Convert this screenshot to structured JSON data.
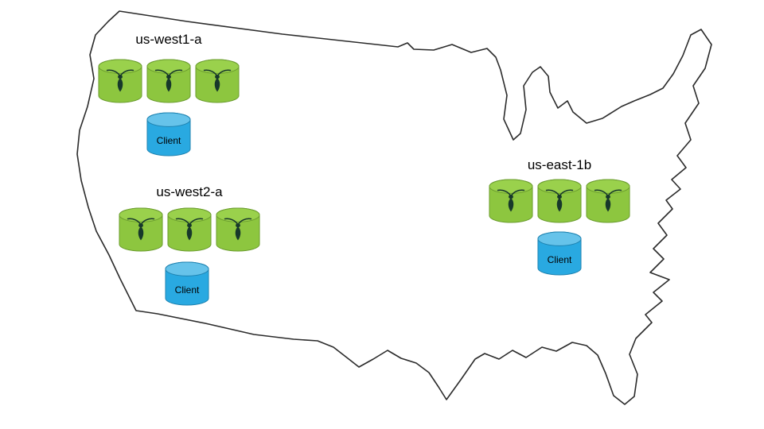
{
  "map": {
    "name": "United States outline map",
    "outline_color": "#2b2b2b"
  },
  "regions": [
    {
      "label": "us-west1-a",
      "node_count": 3,
      "client_label": "Client"
    },
    {
      "label": "us-west2-a",
      "node_count": 3,
      "client_label": "Client"
    },
    {
      "label": "us-east-1b",
      "node_count": 3,
      "client_label": "Client"
    }
  ],
  "icons": {
    "node_icon": "cockroach-icon",
    "node_shape": "database-cylinder",
    "client_shape": "database-cylinder"
  },
  "colors": {
    "node_fill": "#8dc63f",
    "node_top": "#9ad14c",
    "node_stroke": "#6a9c2d",
    "client_fill": "#29a9e1",
    "client_top": "#66c3ea",
    "client_stroke": "#1e82b0",
    "cockroach_icon": "#17382b",
    "map_outline": "#2b2b2b"
  }
}
